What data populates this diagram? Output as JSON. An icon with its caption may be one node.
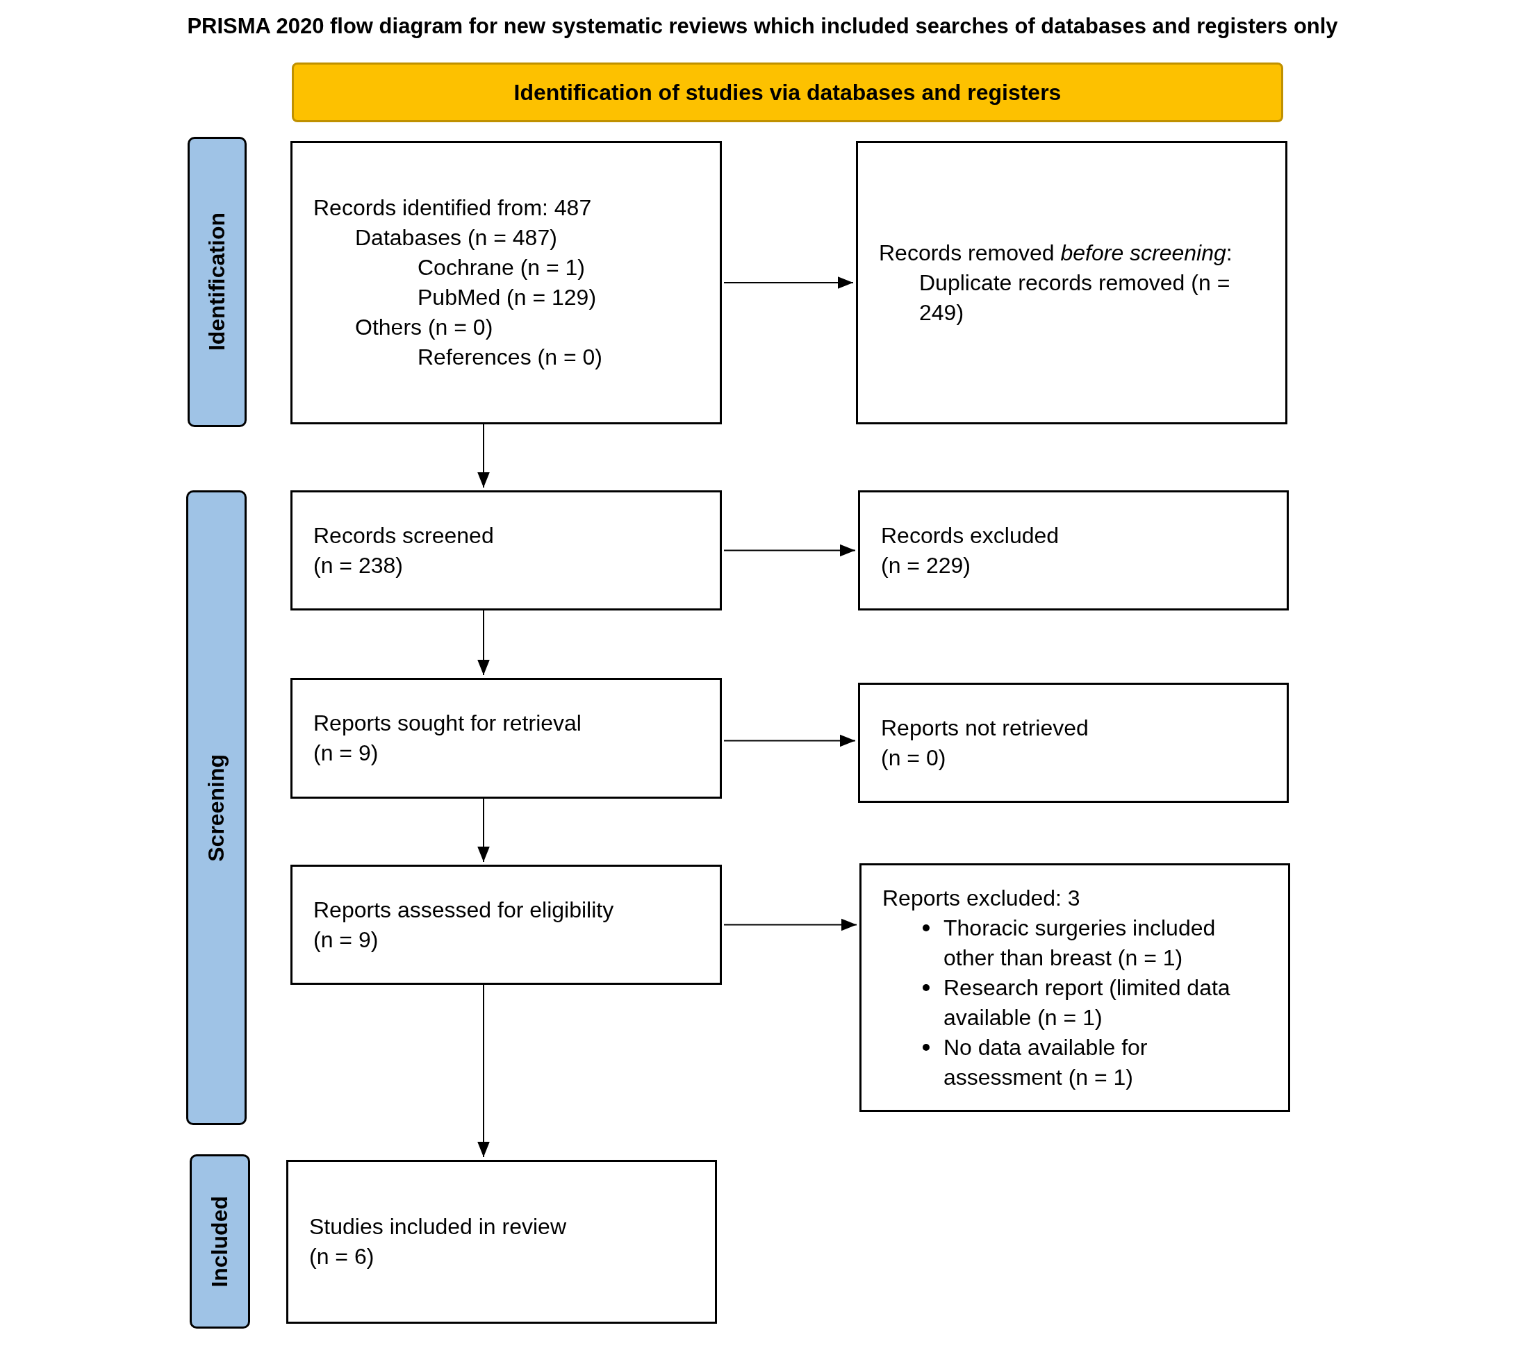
{
  "diagram": {
    "title": "PRISMA 2020 flow diagram for new systematic reviews which included searches of databases and registers only",
    "nodes": [
      {
        "text": [
          "Identification of studies via databases and registers"
        ]
      },
      {
        "text": [
          "Identification"
        ]
      },
      {
        "text": [
          "Screening"
        ]
      },
      {
        "text": [
          "Included"
        ]
      },
      {
        "text": [
          "Records identified from: 487",
          "Databases (n = 487)",
          "Cochrane (n = 1)",
          "PubMed (n = 129)",
          "Others (n = 0)",
          "References (n = 0)"
        ]
      },
      {
        "text": [
          "Records removed *before screening*:",
          "Duplicate records removed (n = 249)"
        ]
      },
      {
        "text": [
          "Records screened",
          "(n = 238)"
        ]
      },
      {
        "text": [
          "Records excluded",
          "(n = 229)"
        ]
      },
      {
        "text": [
          "Reports sought for retrieval",
          "(n = 9)"
        ]
      },
      {
        "text": [
          "Reports not retrieved",
          "(n = 0)"
        ]
      },
      {
        "text": [
          "Reports assessed for eligibility",
          "(n = 9)"
        ]
      },
      {
        "text": [
          "Reports excluded: 3",
          "Thoracic surgeries included other than breast (n = 1)",
          "Research report (limited data available (n = 1)",
          "No data available for assessment (n = 1)"
        ]
      },
      {
        "text": [
          "Studies included in review",
          "(n = 6)"
        ]
      }
    ],
    "edges": [
      {
        "from": 4,
        "to": 5,
        "arrow": "to"
      },
      {
        "from": 4,
        "to": 6,
        "arrow": "to"
      },
      {
        "from": 6,
        "to": 7,
        "arrow": "to"
      },
      {
        "from": 6,
        "to": 8,
        "arrow": "to"
      },
      {
        "from": 8,
        "to": 9,
        "arrow": "to"
      },
      {
        "from": 8,
        "to": 10,
        "arrow": "to"
      },
      {
        "from": 10,
        "to": 11,
        "arrow": "to"
      },
      {
        "from": 10,
        "to": 12,
        "arrow": "to"
      }
    ]
  }
}
